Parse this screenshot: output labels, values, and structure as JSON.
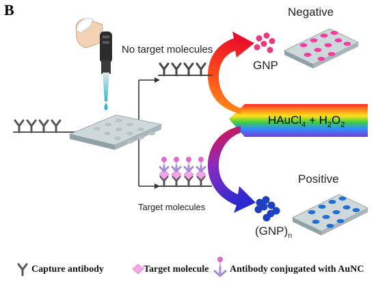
{
  "figure": {
    "panel_letter": "B",
    "labels": {
      "no_target": "No  target molecules",
      "gnp": "GNP",
      "negative": "Negative",
      "positive": "Positive",
      "target_molecules": "Target molecules",
      "gnp_aggregate": "(GNP)",
      "gnp_aggregate_subscript": "n",
      "reagent_gold": "HAuCl",
      "reagent_gold_subscript": "4",
      "reagent_plus": " + H",
      "reagent_peroxide_subscript": "2",
      "reagent_o": "O",
      "reagent_o_subscript": "2"
    },
    "legend": [
      {
        "label": "Capture antibody",
        "icon": "capture-antibody-icon"
      },
      {
        "label": "Target molecule",
        "icon": "target-molecule-icon"
      },
      {
        "label": "Antibody conjugated with AuNC",
        "icon": "conjugated-antibody-icon"
      }
    ],
    "colors": {
      "antibody": "#555555",
      "target_molecule": "#f2a7e6",
      "conjugate_antibody": "#a58bd6",
      "aunc": "#e26acd",
      "negative_wells": "#f0409f",
      "positive_wells": "#1f6fd0",
      "gnp_dispersed": "#e83a7e",
      "gnp_aggregated": "#1e3fbf",
      "plate_top": "#cfd8db",
      "plate_side": "#8fa0a6"
    }
  }
}
